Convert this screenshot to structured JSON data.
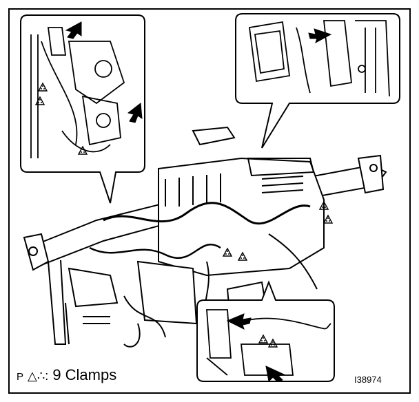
{
  "legend": {
    "prefix": "P",
    "symbol": "△∴:",
    "text": "9 Clamps"
  },
  "figure_id": "I38974",
  "callouts": [
    {
      "name": "inset-top-left",
      "arrows": 2,
      "clamps": 3
    },
    {
      "name": "inset-top-right",
      "arrows": 1,
      "clamps": 0
    },
    {
      "name": "inset-bottom-right",
      "arrows": 2,
      "clamps": 2
    }
  ],
  "main_view": {
    "clamps": 4
  },
  "colors": {
    "line": "#000000",
    "background": "#ffffff"
  }
}
